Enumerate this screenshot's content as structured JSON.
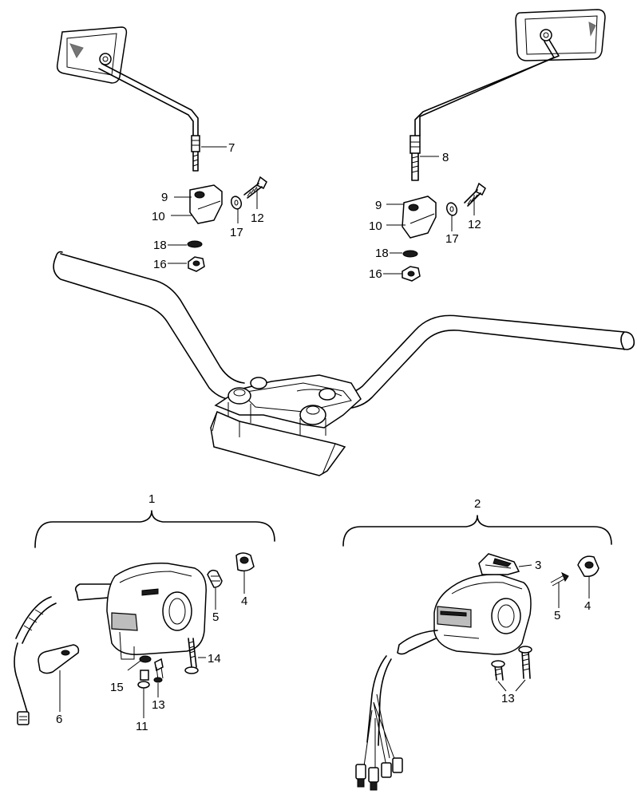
{
  "callouts": {
    "c7": "7",
    "c8": "8",
    "l9": "9",
    "l10": "10",
    "l12": "12",
    "l17": "17",
    "l18": "18",
    "l16": "16",
    "r9": "9",
    "r10": "10",
    "r12": "12",
    "r17": "17",
    "r18": "18",
    "r16": "16",
    "g1": "1",
    "g2": "2",
    "a3": "3",
    "a4": "4",
    "a5": "5",
    "a6": "6",
    "a11": "11",
    "a13": "13",
    "a14": "14",
    "a15": "15",
    "b4": "4",
    "b5": "5",
    "b13": "13"
  }
}
